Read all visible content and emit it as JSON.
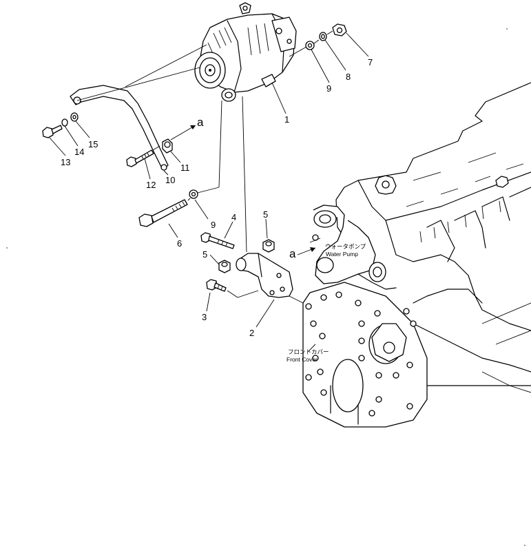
{
  "callouts": {
    "c1": "1",
    "c2": "2",
    "c3": "3",
    "c4": "4",
    "c5a": "5",
    "c5b": "5",
    "c6": "6",
    "c7": "7",
    "c8": "8",
    "c9a": "9",
    "c9b": "9",
    "c10": "10",
    "c11": "11",
    "c12": "12",
    "c13": "13",
    "c14": "14",
    "c15": "15"
  },
  "refs": {
    "a_upper": "a",
    "a_lower": "a"
  },
  "labels": {
    "water_pump_jp": "ウォータポンプ",
    "water_pump_en": "Water Pump",
    "front_cover_jp": "フロントカバー",
    "front_cover_en": "Front Cover"
  }
}
